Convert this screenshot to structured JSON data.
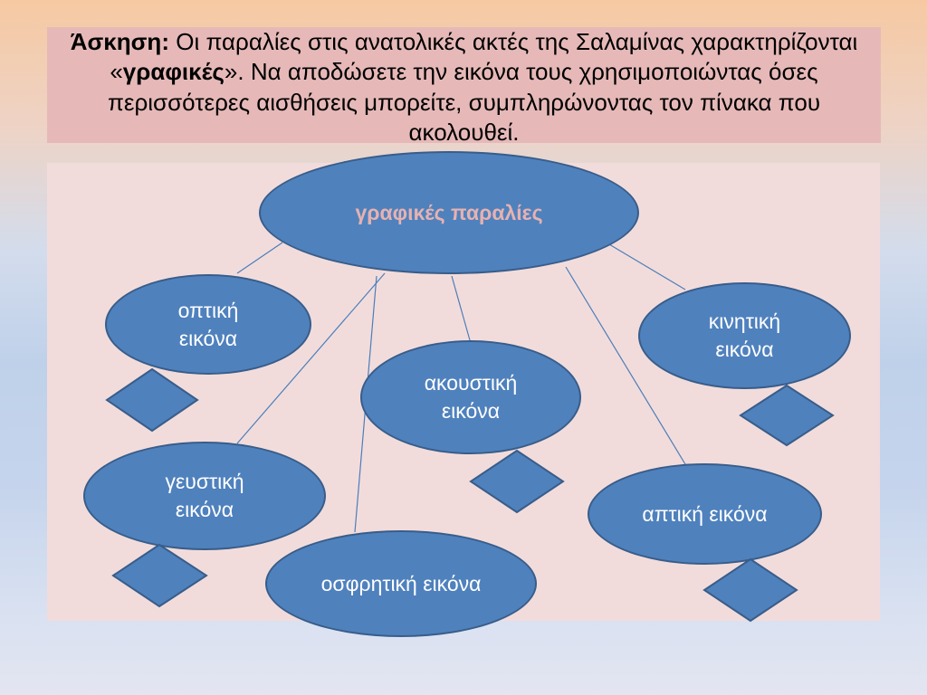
{
  "task": {
    "label": "Άσκηση:",
    "line1": "Οι παραλίες στις ανατολικές ακτές της Σαλαμίνας χαρακτηρίζονται",
    "quote_open": "«",
    "emphasis": "γραφικές",
    "line2": "». Να αποδώσετε την εικόνα τους χρησιμοποιώντας όσες",
    "line3": "περισσότερες αισθήσεις μπορείτε, συμπληρώνοντας τον πίνακα που",
    "line4": "ακολουθεί."
  },
  "diagram": {
    "center": "γραφικές παραλίες",
    "senses": {
      "visual": "οπτική εικόνα",
      "kinetic": "κινητική εικόνα",
      "auditory": "ακουστική εικόνα",
      "gustatory": "γευστική εικόνα",
      "tactile": "απτική εικόνα",
      "olfactory": "οσφρητική εικόνα"
    }
  },
  "colors": {
    "task_fill": "#e6b9b8",
    "panel_fill": "#f2dcdb",
    "node_fill": "#4f81bd",
    "node_border": "#385d8a",
    "center_text": "#e6b2b1",
    "connector_line": "#4a7ebb"
  }
}
